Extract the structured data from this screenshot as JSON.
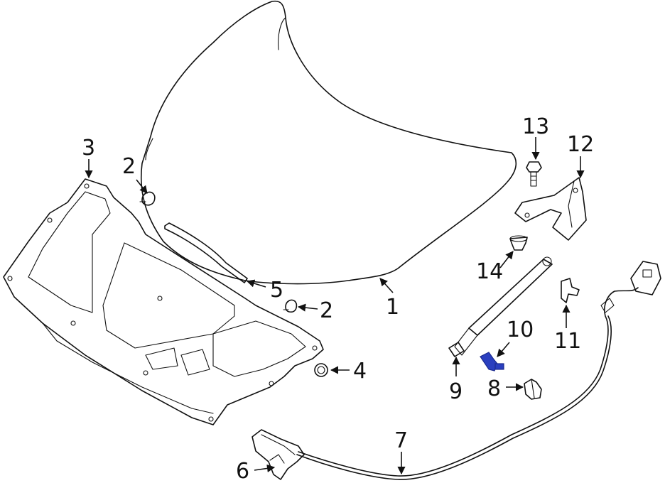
{
  "colors": {
    "line": "#111111",
    "highlight": "#2a3fbf",
    "background": "#ffffff"
  },
  "callouts": [
    {
      "id": "1",
      "label": "1"
    },
    {
      "id": "2a",
      "label": "2"
    },
    {
      "id": "2b",
      "label": "2"
    },
    {
      "id": "3",
      "label": "3"
    },
    {
      "id": "4",
      "label": "4"
    },
    {
      "id": "5",
      "label": "5"
    },
    {
      "id": "6",
      "label": "6"
    },
    {
      "id": "7",
      "label": "7"
    },
    {
      "id": "8",
      "label": "8"
    },
    {
      "id": "9",
      "label": "9"
    },
    {
      "id": "10",
      "label": "10"
    },
    {
      "id": "11",
      "label": "11"
    },
    {
      "id": "12",
      "label": "12"
    },
    {
      "id": "13",
      "label": "13"
    },
    {
      "id": "14",
      "label": "14"
    }
  ],
  "highlighted_part": "10"
}
